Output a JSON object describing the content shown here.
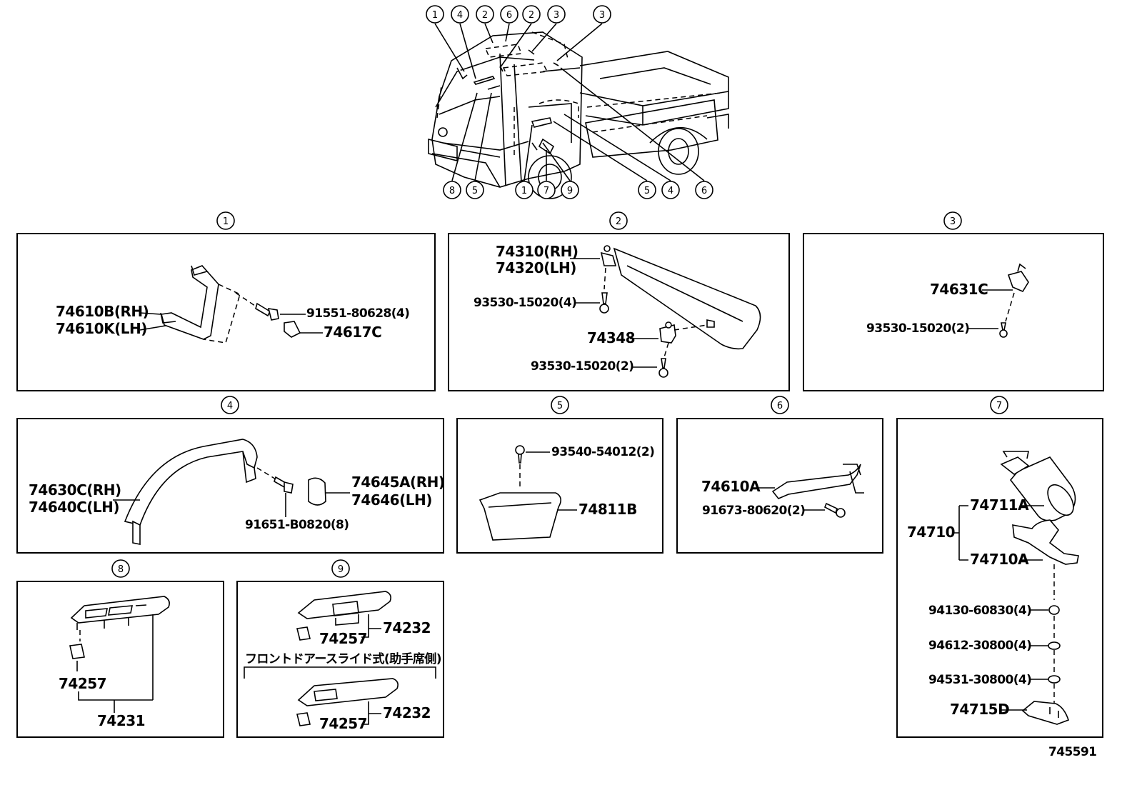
{
  "callouts": [
    "1",
    "2",
    "3",
    "4",
    "5",
    "6",
    "7",
    "8",
    "9"
  ],
  "boxes": {
    "b1": {
      "callout": "1",
      "labels": [
        "74610B(RH)",
        "74610K(LH)",
        "91551-80628(4)",
        "74617C"
      ]
    },
    "b2": {
      "callout": "2",
      "labels": [
        "74310(RH)",
        "74320(LH)",
        "93530-15020(4)",
        "74348",
        "93530-15020(2)"
      ]
    },
    "b3": {
      "callout": "3",
      "labels": [
        "74631C",
        "93530-15020(2)"
      ]
    },
    "b4": {
      "callout": "4",
      "labels": [
        "74630C(RH)",
        "74640C(LH)",
        "74645A(RH)",
        "74646(LH)",
        "91651-B0820(8)"
      ]
    },
    "b5": {
      "callout": "5",
      "labels": [
        "93540-54012(2)",
        "74811B"
      ]
    },
    "b6": {
      "callout": "6",
      "labels": [
        "74610A",
        "91673-80620(2)"
      ]
    },
    "b7": {
      "callout": "7",
      "labels": [
        "74711A",
        "74710",
        "74710A",
        "94130-60830(4)",
        "94612-30800(4)",
        "94531-30800(4)",
        "74715D"
      ]
    },
    "b8": {
      "callout": "8",
      "labels": [
        "74257",
        "74231"
      ]
    },
    "b9": {
      "callout": "9",
      "labels": [
        "74257",
        "74232",
        "フロントドアースライド式(助手席側)",
        "74257",
        "74232"
      ]
    }
  },
  "figure_id": "745591"
}
